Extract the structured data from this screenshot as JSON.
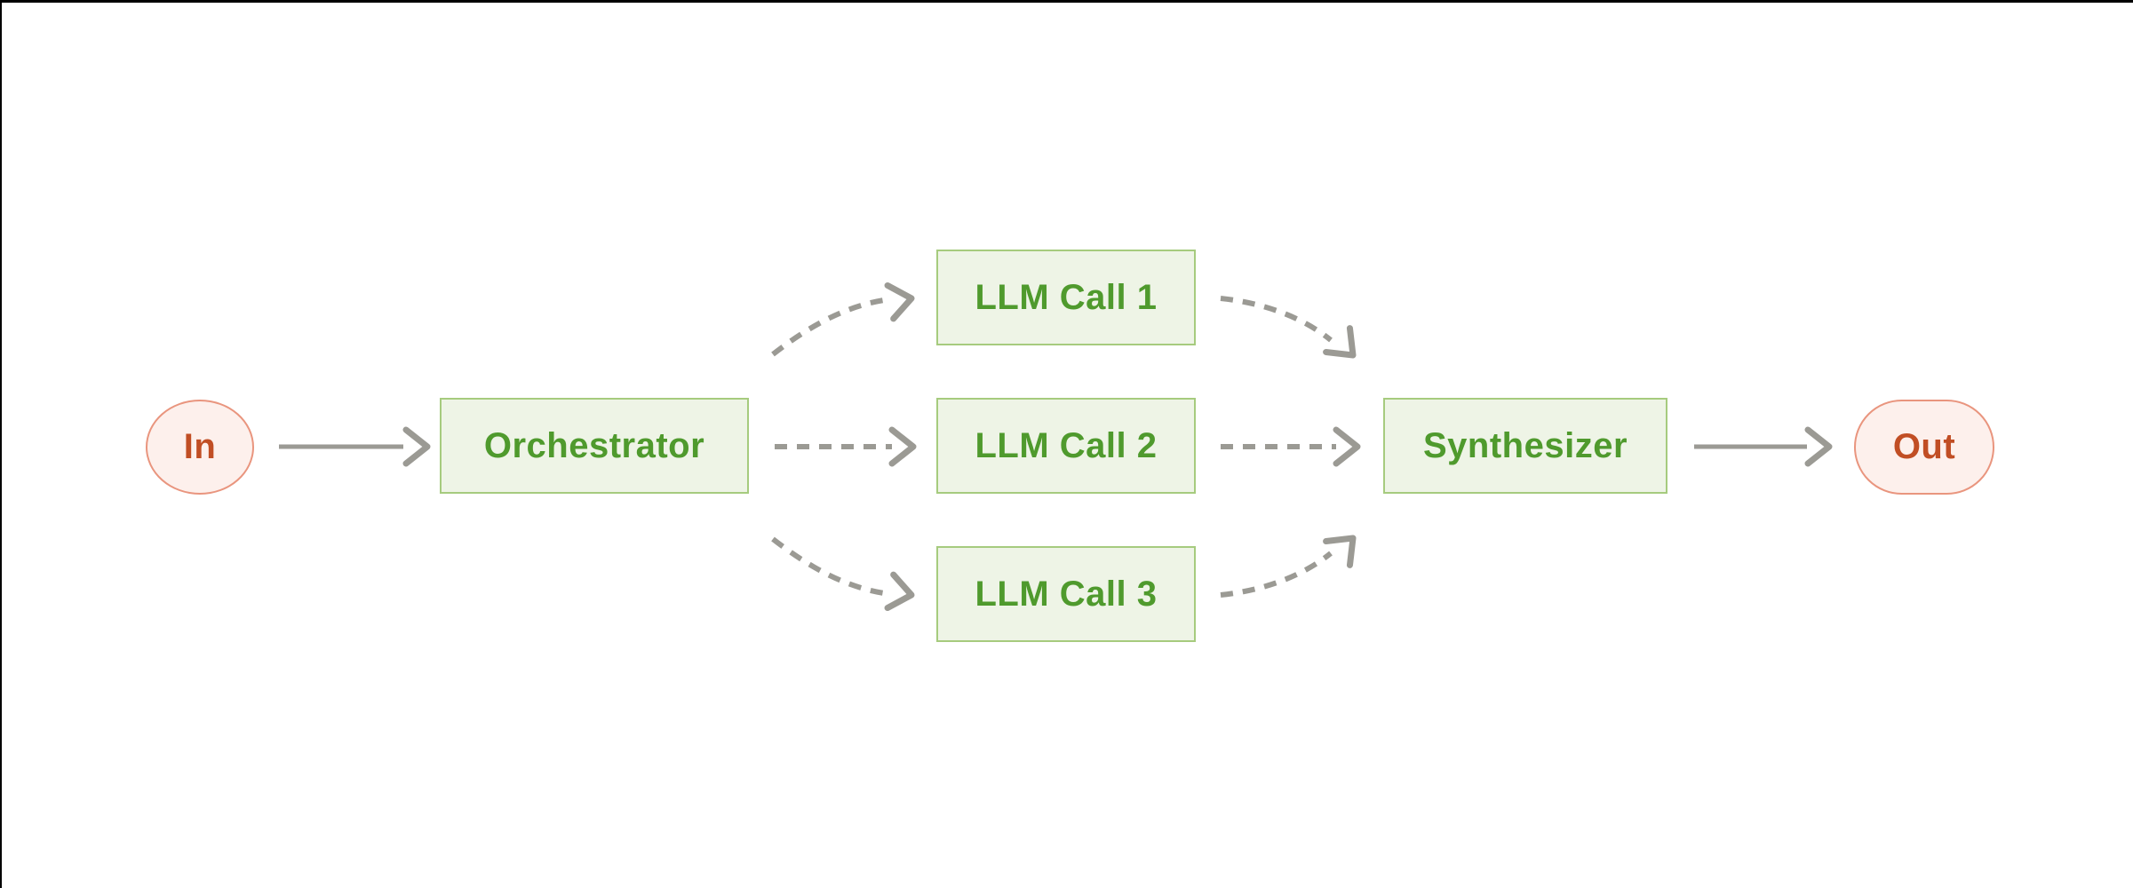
{
  "diagram": {
    "background": "#ffffff",
    "frame_border_color": "#000000",
    "palette": {
      "node_green_fill": "#eef4e6",
      "node_green_border": "#a6cb7e",
      "node_green_text": "#4f9a2d",
      "node_red_fill": "#fdf0ec",
      "node_red_border": "#e9957e",
      "node_red_text": "#c14e24",
      "arrow_gray": "#9b9a94"
    },
    "nodes": {
      "in": {
        "label": "In",
        "shape": "circle",
        "color": "red"
      },
      "orchestrator": {
        "label": "Orchestrator",
        "shape": "rect",
        "color": "green"
      },
      "llm_call_1": {
        "label": "LLM Call 1",
        "shape": "rect",
        "color": "green"
      },
      "llm_call_2": {
        "label": "LLM Call 2",
        "shape": "rect",
        "color": "green"
      },
      "llm_call_3": {
        "label": "LLM Call 3",
        "shape": "rect",
        "color": "green"
      },
      "synthesizer": {
        "label": "Synthesizer",
        "shape": "rect",
        "color": "green"
      },
      "out": {
        "label": "Out",
        "shape": "pill",
        "color": "red"
      }
    },
    "edges": [
      {
        "from": "In",
        "to": "Orchestrator",
        "style": "solid"
      },
      {
        "from": "Orchestrator",
        "to": "LLM Call 1",
        "style": "dashed"
      },
      {
        "from": "Orchestrator",
        "to": "LLM Call 2",
        "style": "dashed"
      },
      {
        "from": "Orchestrator",
        "to": "LLM Call 3",
        "style": "dashed"
      },
      {
        "from": "LLM Call 1",
        "to": "Synthesizer",
        "style": "dashed"
      },
      {
        "from": "LLM Call 2",
        "to": "Synthesizer",
        "style": "dashed"
      },
      {
        "from": "LLM Call 3",
        "to": "Synthesizer",
        "style": "dashed"
      },
      {
        "from": "Synthesizer",
        "to": "Out",
        "style": "solid"
      }
    ]
  }
}
